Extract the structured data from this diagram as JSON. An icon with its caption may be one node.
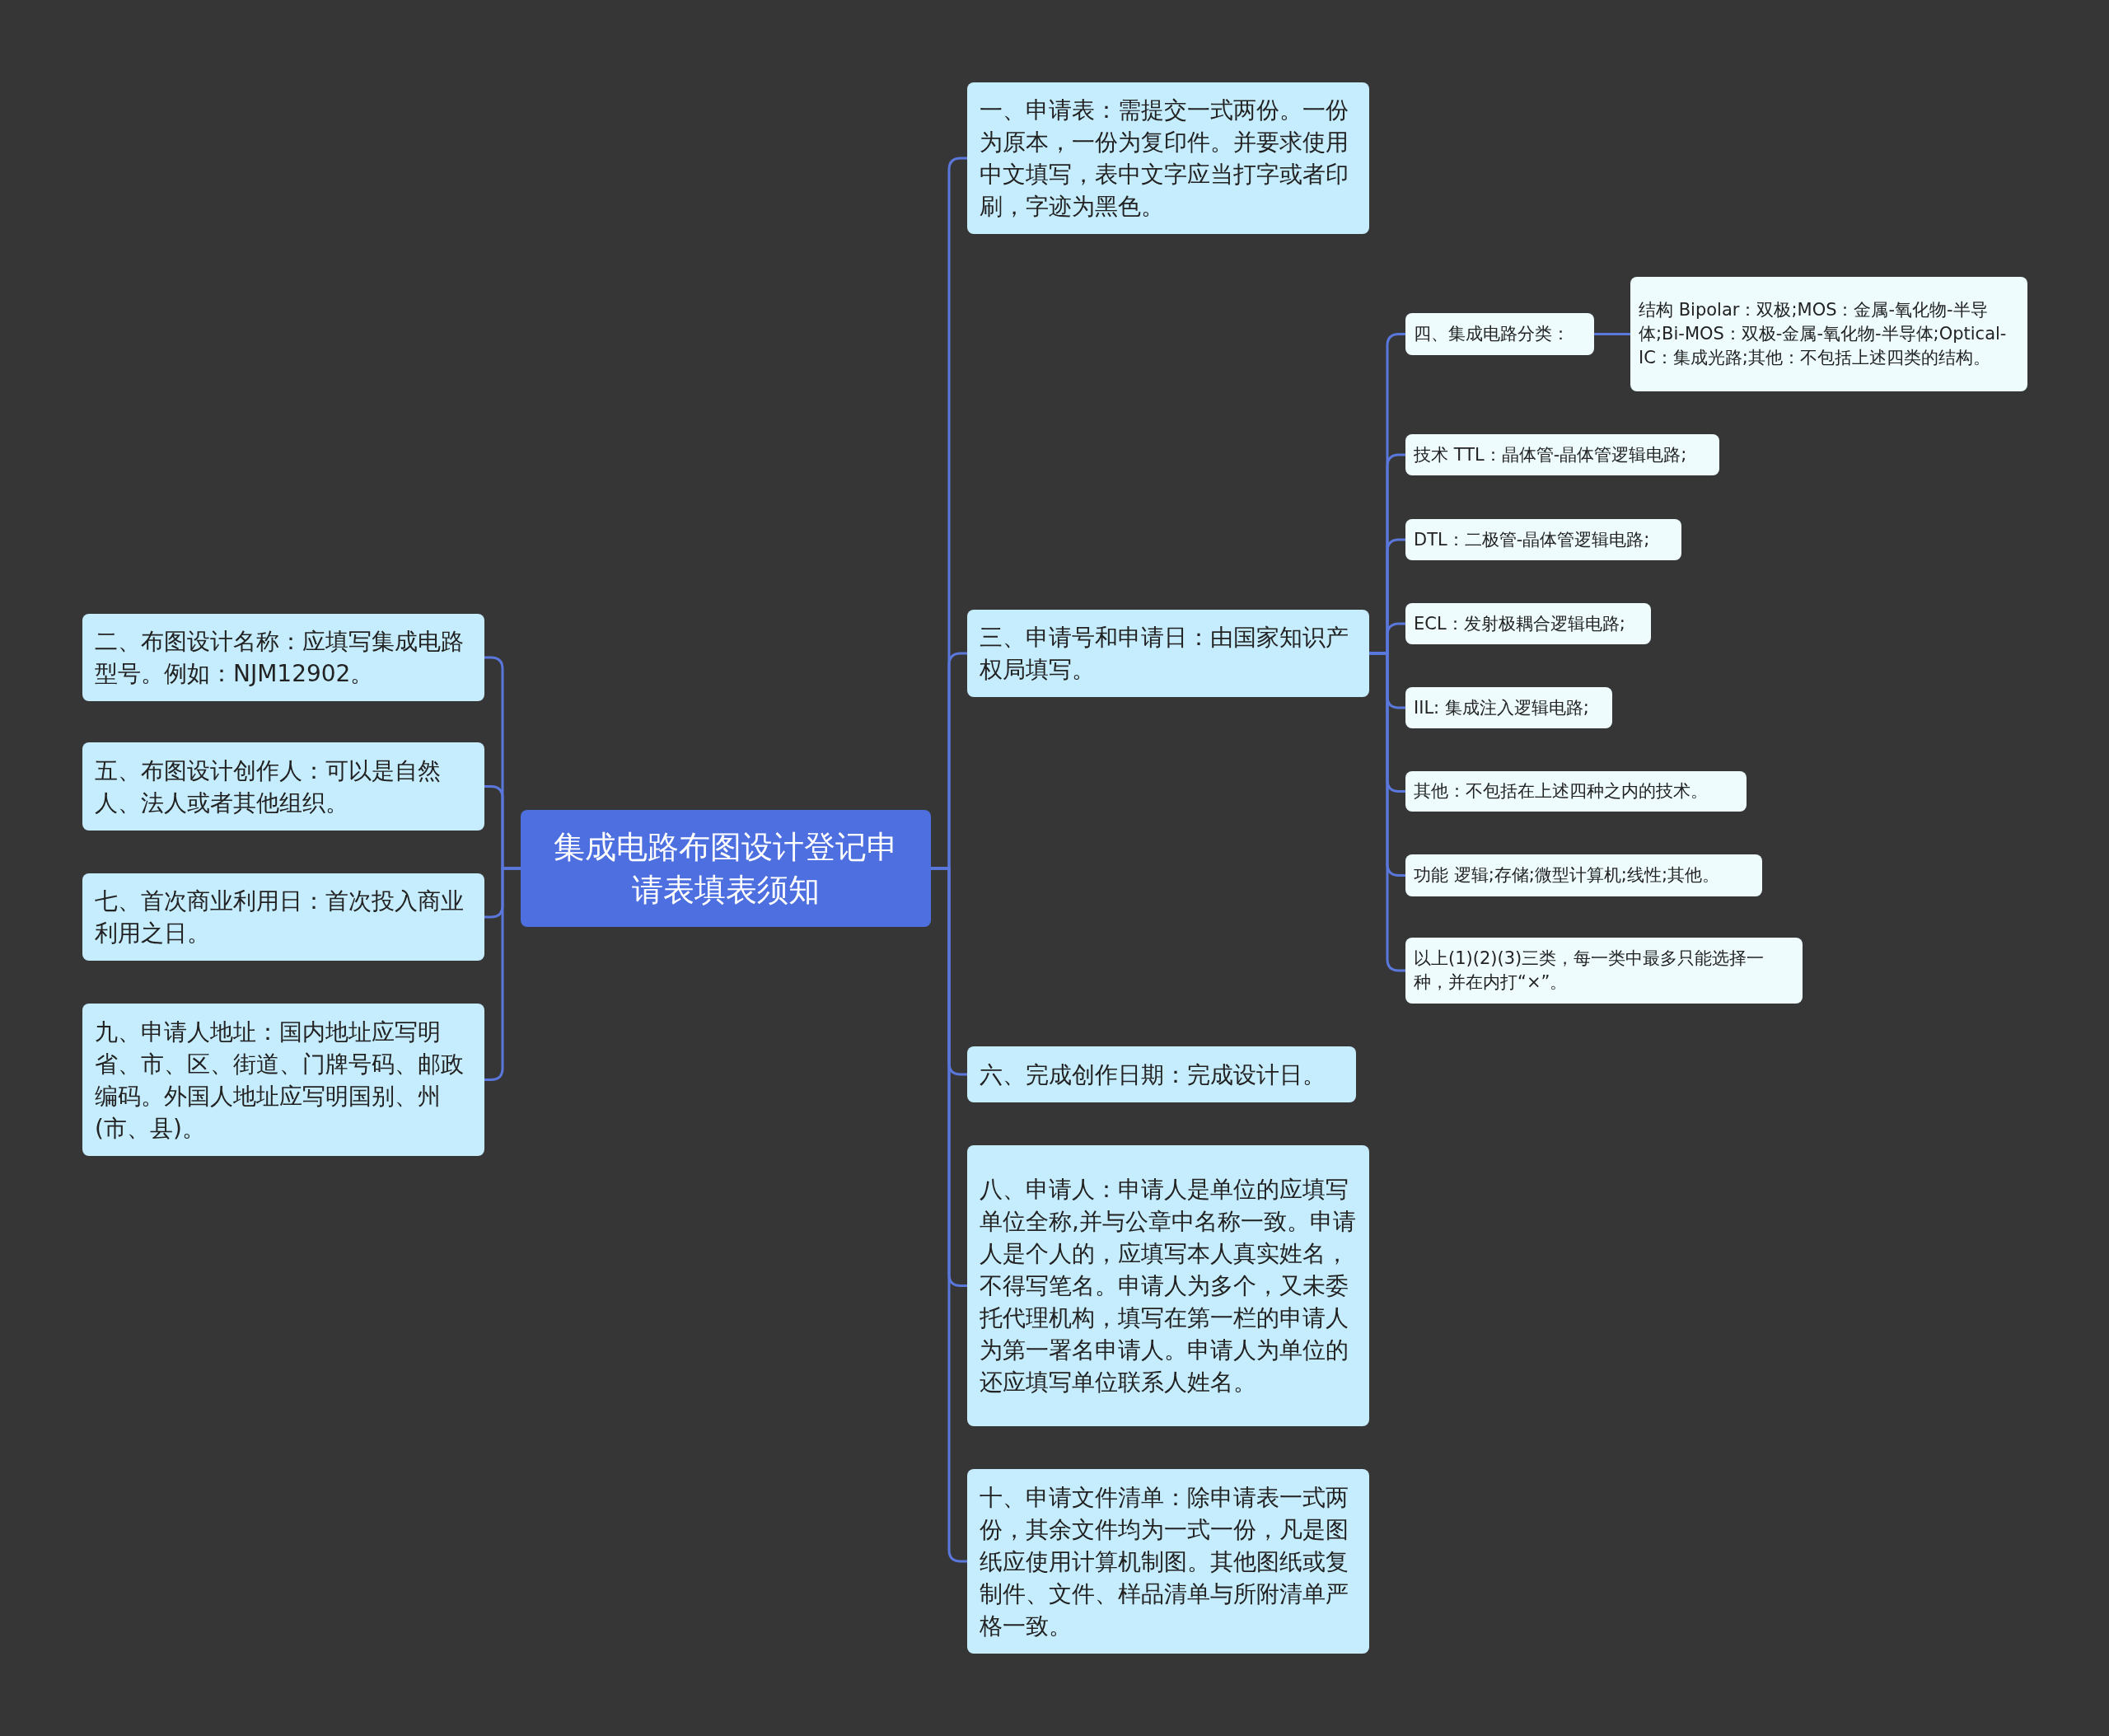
{
  "diagram": {
    "nodes": [
      {
        "text": [
          "集成电路布图设计登记申请表填表须知"
        ]
      },
      {
        "text": [
          "二、布图设计名称：应填写集成电路型号。例如：NJM12902。"
        ]
      },
      {
        "text": [
          "五、布图设计创作人：可以是自然人、法人或者其他组织。"
        ]
      },
      {
        "text": [
          "七、首次商业利用日：首次投入商业利用之日。"
        ]
      },
      {
        "text": [
          "九、申请人地址：国内地址应写明省、市、区、街道、门牌号码、邮政编码。外国人地址应写明国别、州(市、县)。"
        ]
      },
      {
        "text": [
          "一、申请表：需提交一式两份。一份为原本，一份为复印件。并要求使用中文填写，表中文字应当打字或者印刷，字迹为黑色。"
        ]
      },
      {
        "text": [
          "三、申请号和申请日：由国家知识产权局填写。"
        ]
      },
      {
        "text": [
          "四、集成电路分类："
        ]
      },
      {
        "text": [
          "结构 Bipolar：双极;MOS：金属-氧化物-半导体;Bi-MOS：双极-金属-氧化物-半导体;Optical-IC：集成光路;其他：不包括上述四类的结构。"
        ]
      },
      {
        "text": [
          "技术 TTL：晶体管-晶体管逻辑电路;"
        ]
      },
      {
        "text": [
          "DTL：二极管-晶体管逻辑电路;"
        ]
      },
      {
        "text": [
          "ECL：发射极耦合逻辑电路;"
        ]
      },
      {
        "text": [
          "IIL: 集成注入逻辑电路;"
        ]
      },
      {
        "text": [
          "其他：不包括在上述四种之内的技术。"
        ]
      },
      {
        "text": [
          "功能 逻辑;存储;微型计算机;线性;其他。"
        ]
      },
      {
        "text": [
          "以上(1)(2)(3)三类，每一类中最多只能选择一种，并在内打“×”。"
        ]
      },
      {
        "text": [
          "六、完成创作日期：完成设计日。"
        ]
      },
      {
        "text": [
          "八、申请人：申请人是单位的应填写单位全称,并与公章中名称一致。申请人是个人的，应填写本人真实姓名，不得写笔名。申请人为多个，又未委托代理机构，填写在第一栏的申请人为第一署名申请人。申请人为单位的还应填写单位联系人姓名。"
        ]
      },
      {
        "text": [
          "十、申请文件清单：除申请表一式两份，其余文件均为一式一份，凡是图纸应使用计算机制图。其他图纸或复制件、文件、样品清单与所附清单严格一致。"
        ]
      }
    ],
    "edges": [
      {
        "from": 0,
        "to": 1,
        "arrow": "none"
      },
      {
        "from": 0,
        "to": 2,
        "arrow": "none"
      },
      {
        "from": 0,
        "to": 3,
        "arrow": "none"
      },
      {
        "from": 0,
        "to": 4,
        "arrow": "none"
      },
      {
        "from": 0,
        "to": 5,
        "arrow": "none"
      },
      {
        "from": 0,
        "to": 6,
        "arrow": "none"
      },
      {
        "from": 6,
        "to": 7,
        "arrow": "none"
      },
      {
        "from": 7,
        "to": 8,
        "arrow": "none"
      },
      {
        "from": 6,
        "to": 9,
        "arrow": "none"
      },
      {
        "from": 6,
        "to": 10,
        "arrow": "none"
      },
      {
        "from": 6,
        "to": 11,
        "arrow": "none"
      },
      {
        "from": 6,
        "to": 12,
        "arrow": "none"
      },
      {
        "from": 6,
        "to": 13,
        "arrow": "none"
      },
      {
        "from": 6,
        "to": 14,
        "arrow": "none"
      },
      {
        "from": 6,
        "to": 15,
        "arrow": "none"
      },
      {
        "from": 0,
        "to": 16,
        "arrow": "none"
      },
      {
        "from": 0,
        "to": 17,
        "arrow": "none"
      },
      {
        "from": 0,
        "to": 18,
        "arrow": "none"
      }
    ]
  }
}
